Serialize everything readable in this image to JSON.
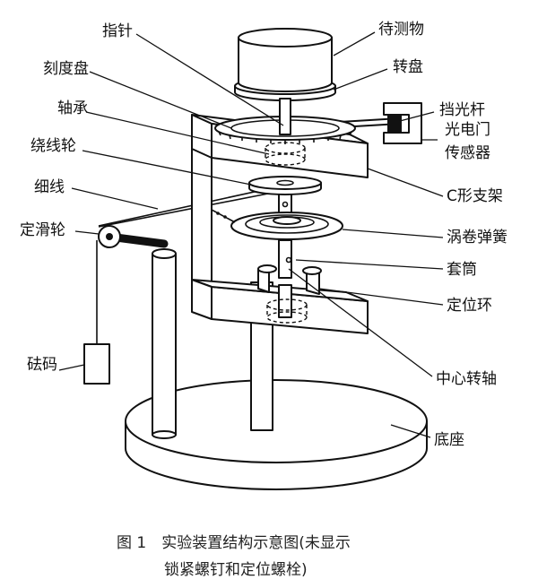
{
  "labels": {
    "pointer": "指针",
    "object_to_measure": "待测物",
    "scale_disk": "刻度盘",
    "turntable": "转盘",
    "bearing": "轴承",
    "light_blocking_rod": "挡光杆",
    "winding_wheel": "绕线轮",
    "photogate_sensor_line1": "光电门",
    "photogate_sensor_line2": "传感器",
    "thin_line": "细线",
    "c_bracket": "C形支架",
    "fixed_pulley": "定滑轮",
    "scroll_spring": "涡卷弹簧",
    "sleeve": "套筒",
    "positioning_ring": "定位环",
    "weight": "砝码",
    "center_shaft": "中心转轴",
    "base": "底座"
  },
  "caption": {
    "line1": "图 1　实验装置结构示意图(未显示",
    "line2": "锁紧螺钉和定位螺栓)"
  }
}
